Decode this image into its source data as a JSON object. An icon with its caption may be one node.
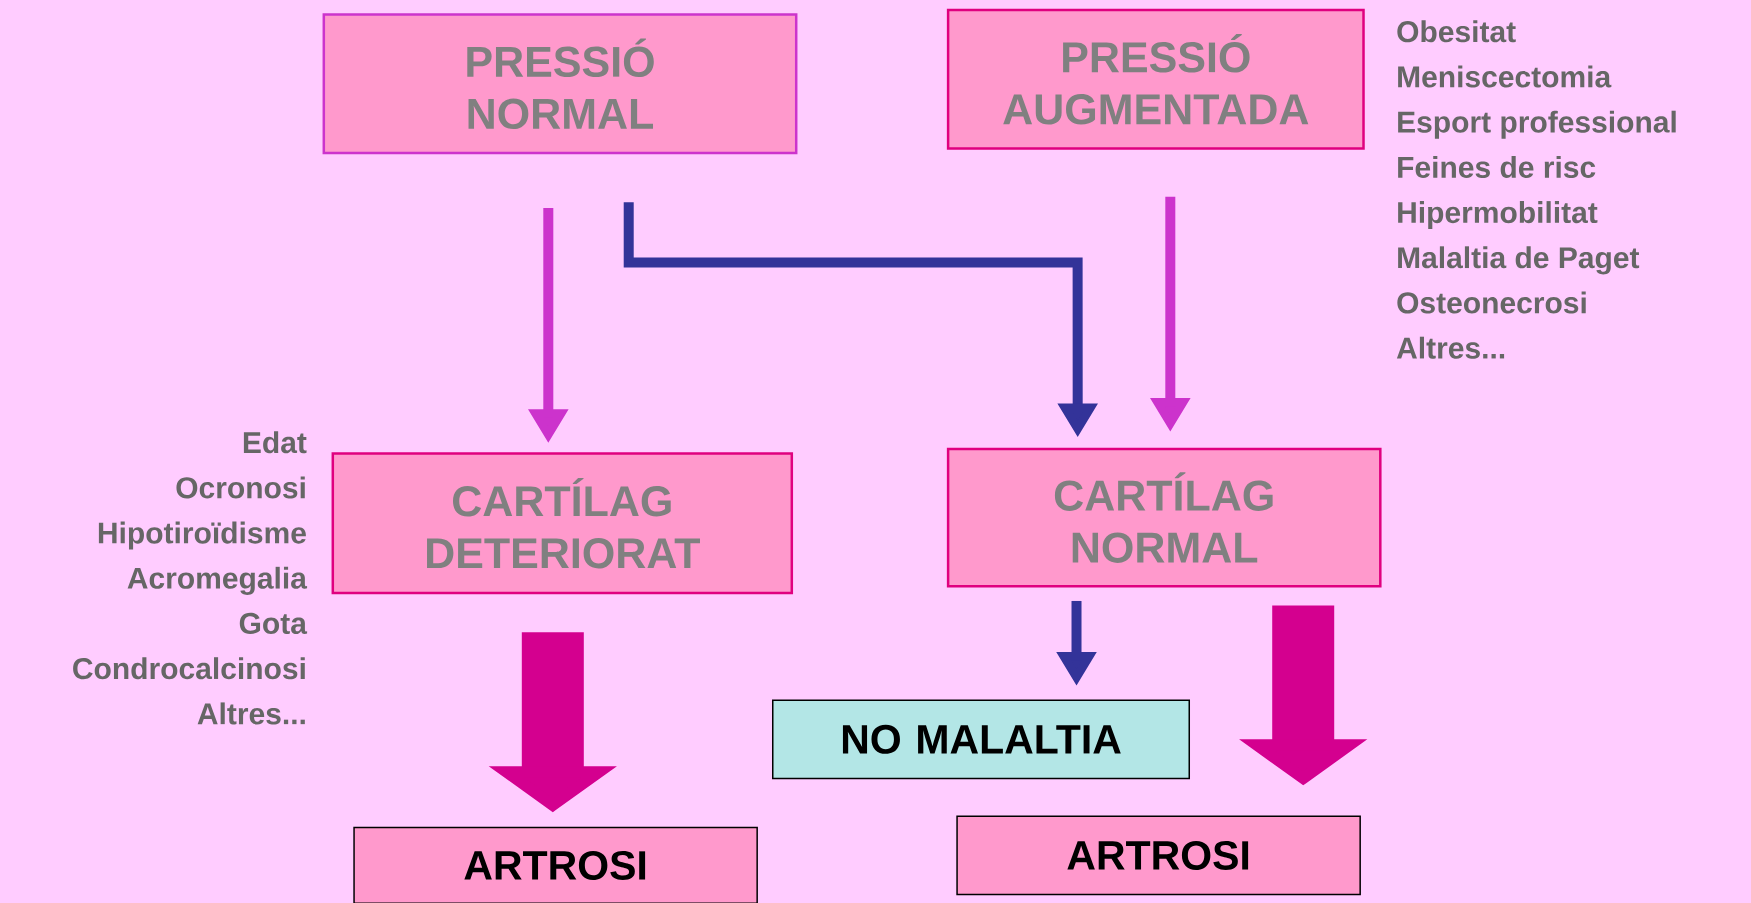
{
  "diagram": {
    "nodes": [
      {
        "text": [
          "PRESSIÓ NORMAL"
        ]
      },
      {
        "text": [
          "PRESSIÓ AUGMENTADA"
        ],
        "beside": [
          "Obesitat",
          "Meniscectomia",
          "Esport professional",
          "Feines de risc",
          "Hipermobilitat",
          "Malaltia de Paget",
          "Osteonecrosi",
          "Altres..."
        ]
      },
      {
        "text": [
          "CARTÍLAG DETERIORAT"
        ],
        "beside": [
          "Edat",
          "Ocronosi",
          "Hipotiroïdisme",
          "Acromegalia",
          "Gota",
          "Condrocalcinosi",
          "Altres..."
        ]
      },
      {
        "text": [
          "CARTÍLAG NORMAL"
        ]
      },
      {
        "text": [
          "NO MALALTIA"
        ]
      },
      {
        "text": [
          "ARTROSI"
        ]
      },
      {
        "text": [
          "ARTROSI"
        ]
      }
    ],
    "edges": [
      {
        "from": 0,
        "to": 2,
        "arrow": "to"
      },
      {
        "from": 0,
        "to": 3,
        "arrow": "to",
        "color": "#333399"
      },
      {
        "from": 1,
        "to": 3,
        "arrow": "to"
      },
      {
        "from": 2,
        "to": 5,
        "arrow": "to",
        "style": "thick",
        "color": "#d4008f"
      },
      {
        "from": 3,
        "to": 4,
        "arrow": "to",
        "color": "#333399"
      },
      {
        "from": 3,
        "to": 6,
        "arrow": "to",
        "style": "thick",
        "color": "#d4008f"
      }
    ]
  }
}
